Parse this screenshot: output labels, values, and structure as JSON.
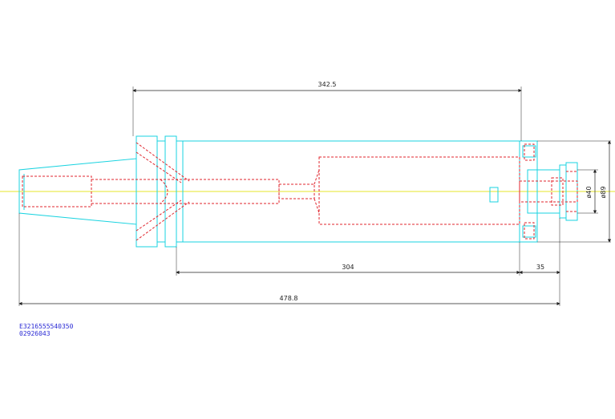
{
  "dimensions": {
    "overall_length": "342.5",
    "body_length": "304",
    "end_length": "35",
    "total_length": "478.8",
    "diameter_small": "ø40",
    "diameter_large": "ø89"
  },
  "codes": {
    "article": "E3216555540350",
    "serial": "02926043"
  },
  "colors": {
    "outline": "#19d3e0",
    "hidden": "#e0262e",
    "centerline": "#e6e62a",
    "dimension": "#222222",
    "code_text": "#2a2ad4"
  }
}
